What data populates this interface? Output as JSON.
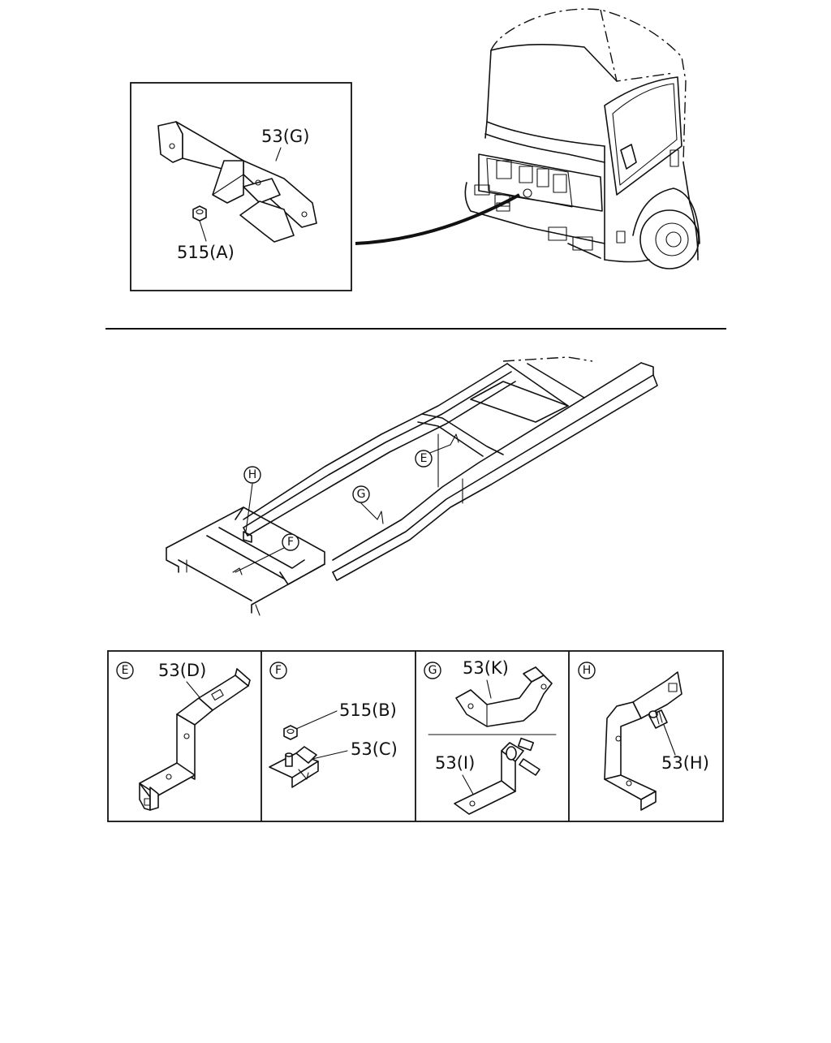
{
  "inset": {
    "bracket_label": "53(G)",
    "nut_label": "515(A)"
  },
  "callouts": {
    "E": "E",
    "F": "F",
    "G": "G",
    "H": "H"
  },
  "details": {
    "E": {
      "marker": "E",
      "part": "53(D)"
    },
    "F": {
      "marker": "F",
      "nut": "515(B)",
      "part": "53(C)"
    },
    "G": {
      "marker": "G",
      "upper_part": "53(K)",
      "lower_part": "53(I)"
    },
    "H": {
      "marker": "H",
      "part": "53(H)"
    }
  }
}
